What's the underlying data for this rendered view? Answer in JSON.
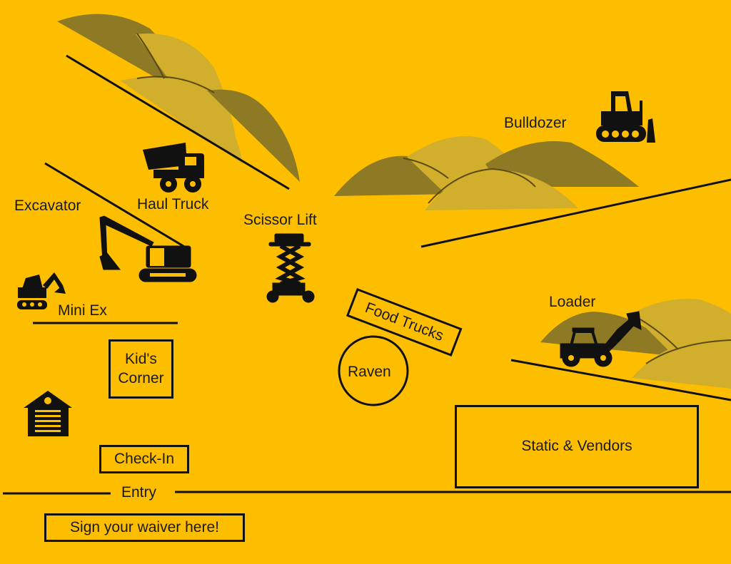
{
  "map": {
    "background_color": "#FEBE00",
    "mound_dark_color": "#8E7A24",
    "mound_light_color": "#D1AE2C",
    "line_color": "#111111"
  },
  "zones": {
    "bulldozer": "Bulldozer",
    "haul_truck": "Haul Truck",
    "excavator": "Excavator",
    "scissor_lift": "Scissor Lift",
    "mini_ex": "Mini Ex",
    "food_trucks": "Food Trucks",
    "loader": "Loader",
    "raven": "Raven",
    "kids_corner_line1": "Kid's",
    "kids_corner_line2": "Corner",
    "static_vendors": "Static & Vendors",
    "check_in": "Check-In",
    "entry": "Entry",
    "waiver": "Sign your waiver here!"
  },
  "icons": {
    "haul_truck": "dump-truck-icon",
    "bulldozer": "bulldozer-icon",
    "excavator": "excavator-icon",
    "mini_ex": "mini-excavator-icon",
    "scissor_lift": "scissor-lift-icon",
    "loader": "wheel-loader-icon",
    "garage": "garage-icon"
  }
}
